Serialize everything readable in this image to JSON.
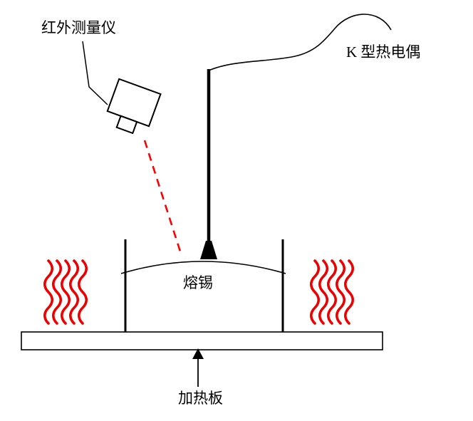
{
  "diagram": {
    "title": "solder-temperature-measurement-setup",
    "labels": {
      "infrared_meter": "红外测量仪",
      "thermocouple": "K 型热电偶",
      "molten_tin": "熔锡",
      "heating_plate": "加热板"
    },
    "colors": {
      "line": "#000000",
      "heat_wave": "#ee0000",
      "laser_dashed": "#ff0000",
      "background": "#ffffff"
    }
  }
}
